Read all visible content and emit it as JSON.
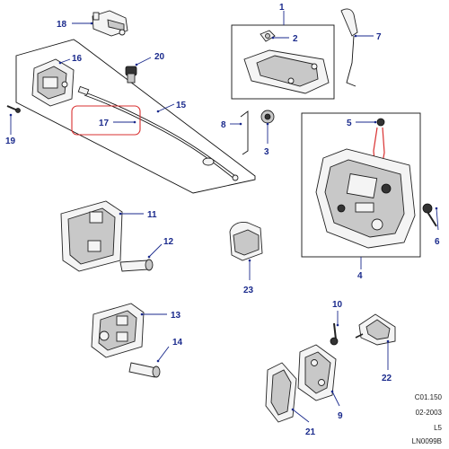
{
  "callouts": {
    "c1": "1",
    "c2": "2",
    "c3": "3",
    "c4": "4",
    "c5": "5",
    "c6": "6",
    "c7": "7",
    "c8": "8",
    "c9": "9",
    "c10": "10",
    "c11": "11",
    "c12": "12",
    "c13": "13",
    "c14": "14",
    "c15": "15",
    "c16": "16",
    "c17": "17",
    "c18": "18",
    "c19": "19",
    "c20": "20",
    "c21": "21",
    "c22": "22",
    "c23": "23"
  },
  "meta": {
    "ref": "C01.150",
    "date": "02-2003",
    "rev": "L5",
    "code": "LN0099B"
  },
  "colors": {
    "callout": "#1a2a8c",
    "highlight": "#d93030",
    "line": "#222222"
  }
}
